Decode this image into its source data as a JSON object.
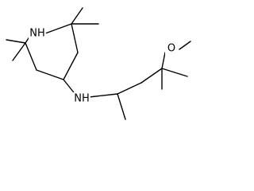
{
  "diagram": {
    "type": "skeletal-structure",
    "atom_labels": {
      "ring_nitrogen": "NH",
      "amine_nitrogen": "NH",
      "ether_oxygen": "O"
    },
    "colors": {
      "bond": "#000000",
      "label": "#000000",
      "background": "#ffffff"
    }
  }
}
